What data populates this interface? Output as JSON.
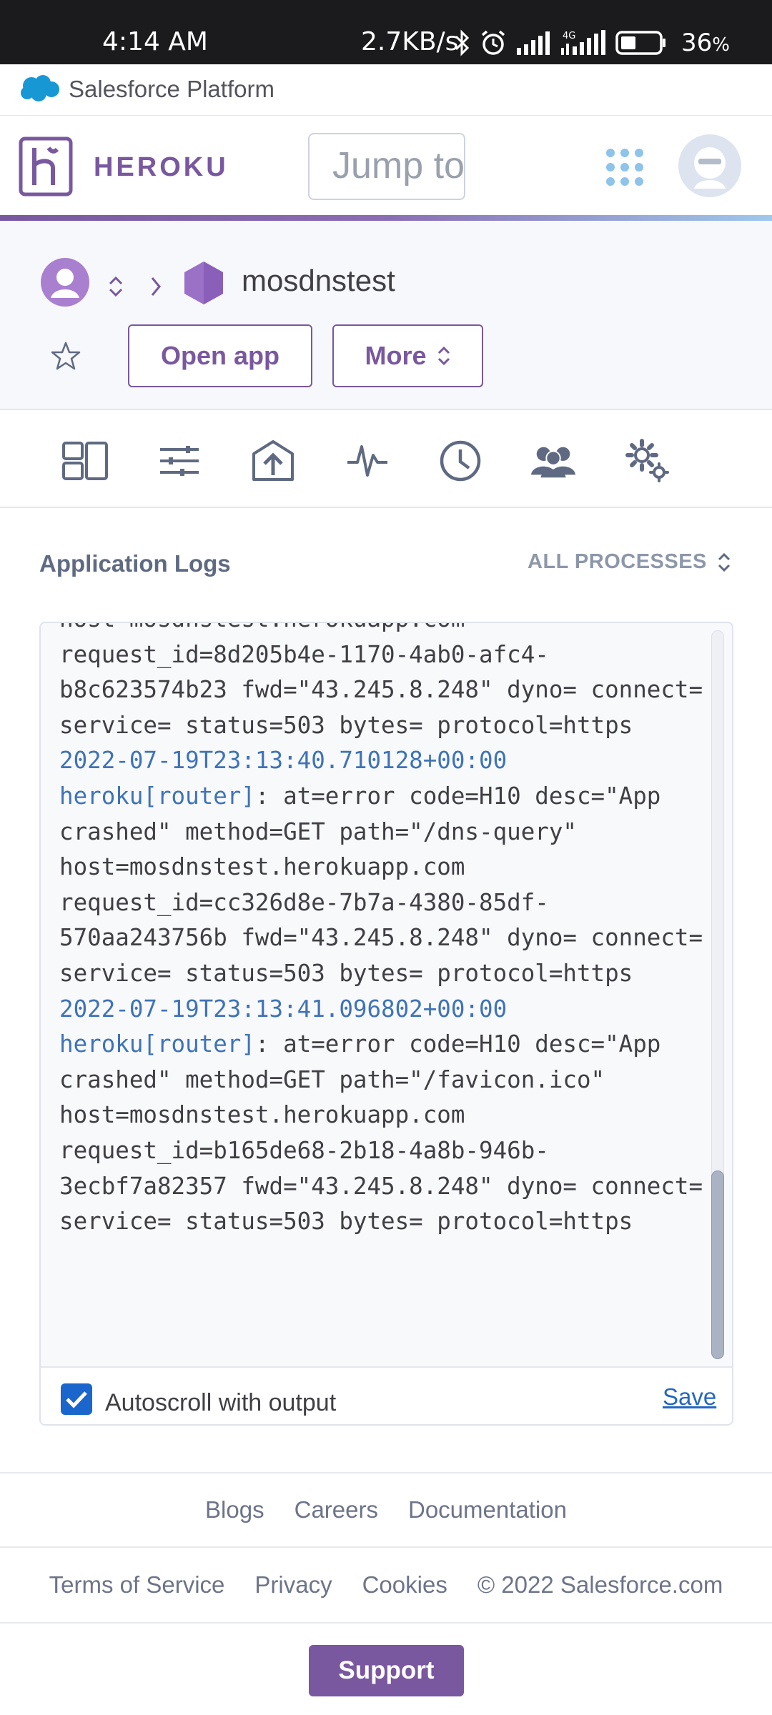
{
  "status_bar": {
    "time": "4:14 AM",
    "net_speed": "2.7KB/s",
    "battery": "36",
    "battery_unit": "%",
    "network": "4G",
    "icons": [
      "bluetooth-icon",
      "alarm-icon",
      "signal-icon",
      "signal-4g-icon",
      "battery-icon"
    ]
  },
  "platform_bar": {
    "label": "Salesforce Platform"
  },
  "header": {
    "brand": "HEROKU",
    "jump_placeholder": "Jump to",
    "jump_visible": "Jump t⁠c"
  },
  "app": {
    "name": "mosdnstest",
    "open_app_label": "Open app",
    "more_label": "More"
  },
  "nav_tabs": [
    {
      "name": "overview",
      "icon": "overview-icon"
    },
    {
      "name": "resources",
      "icon": "resources-icon"
    },
    {
      "name": "deploy",
      "icon": "deploy-icon"
    },
    {
      "name": "metrics",
      "icon": "metrics-icon"
    },
    {
      "name": "activity",
      "icon": "activity-icon"
    },
    {
      "name": "access",
      "icon": "access-icon"
    },
    {
      "name": "settings",
      "icon": "settings-icon"
    }
  ],
  "logs": {
    "title": "Application Logs",
    "processes_label": "ALL PROCESSES",
    "top_fragment": "host=mosdnstest.herokuapp.com",
    "entries": [
      {
        "timestamp": "",
        "source": "",
        "text": "request_id=8d205b4e-1170-4ab0-afc4-b8c623574b23 fwd=\"43.245.8.248\" dyno= connect= service= status=503 bytes= protocol=https"
      },
      {
        "timestamp": "2022-07-19T23:13:40.710128+00:00",
        "source": "heroku[router]",
        "text": ": at=error code=H10 desc=\"App crashed\" method=GET path=\"/dns-query\" host=mosdnstest.herokuapp.com request_id=cc326d8e-7b7a-4380-85df-570aa243756b fwd=\"43.245.8.248\" dyno= connect= service= status=503 bytes= protocol=https"
      },
      {
        "timestamp": "2022-07-19T23:13:41.096802+00:00",
        "source": "heroku[router]",
        "text": ": at=error code=H10 desc=\"App crashed\" method=GET path=\"/favicon.ico\" host=mosdnstest.herokuapp.com request_id=b165de68-2b18-4a8b-946b-3ecbf7a82357 fwd=\"43.245.8.248\" dyno= connect= service= status=503 bytes= protocol=https"
      }
    ],
    "autoscroll_label": "Autoscroll with output",
    "autoscroll_checked": true,
    "save_label": "Save"
  },
  "footer": {
    "row1": [
      "Blogs",
      "Careers",
      "Documentation"
    ],
    "row2": [
      "Terms of Service",
      "Privacy",
      "Cookies",
      "© 2022 Salesforce.com"
    ],
    "support_label": "Support"
  },
  "colors": {
    "heroku_purple": "#79589f",
    "link_blue": "#2368c0",
    "log_highlight": "#3f73b7"
  }
}
